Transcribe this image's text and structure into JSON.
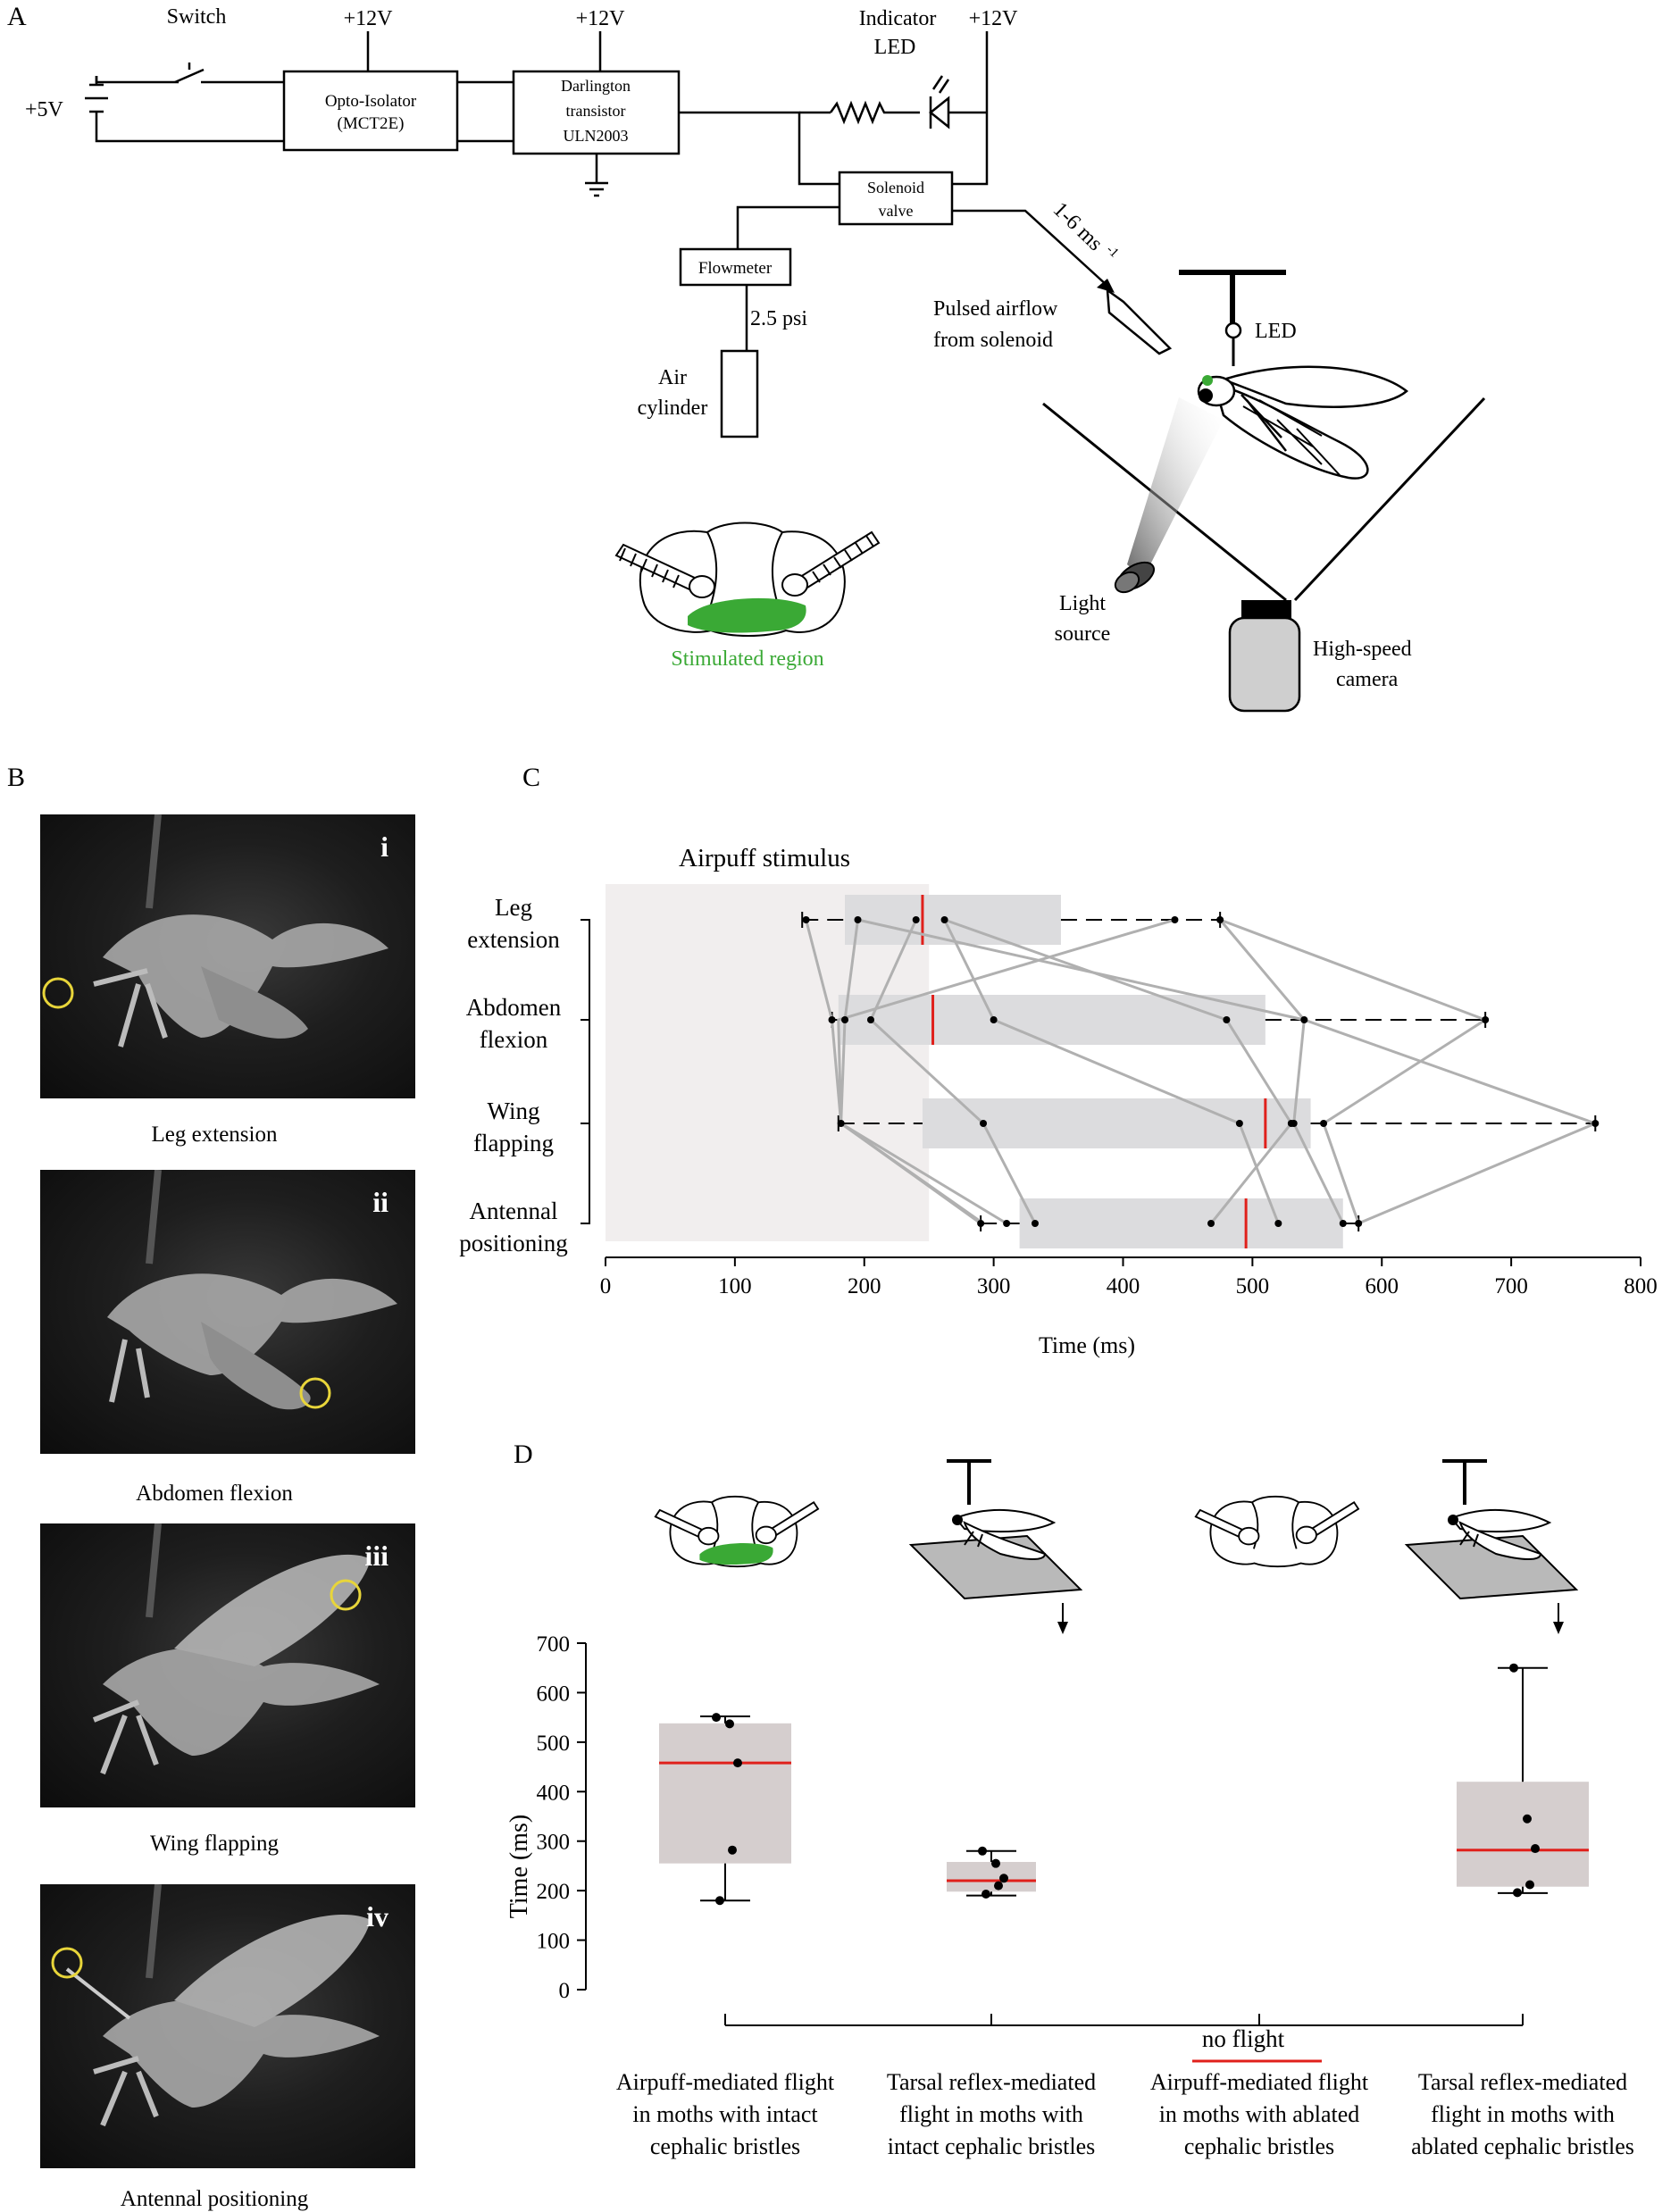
{
  "panel_labels": {
    "a": "A",
    "b": "B",
    "c": "C",
    "d": "D"
  },
  "panel_a": {
    "switch": "Switch",
    "v12_a": "+12V",
    "v12_b": "+12V",
    "v12_c": "+12V",
    "v5": "+5V",
    "opto_1": "Opto-Isolator",
    "opto_2": "(MCT2E)",
    "darl_1": "Darlington",
    "darl_2": "transistor",
    "darl_3": "ULN2003",
    "led_1": "Indicator",
    "led_2": "LED",
    "sol_1": "Solenoid",
    "sol_2": "valve",
    "flowmeter": "Flowmeter",
    "psi": "2.5 psi",
    "air_1": "Air",
    "air_2": "cylinder",
    "speed": "1-6 ms",
    "speed_exp": "-1",
    "pulsed_1": "Pulsed airflow",
    "pulsed_2": "from solenoid",
    "led_label": "LED",
    "light_1": "Light",
    "light_2": "source",
    "cam_1": "High-speed",
    "cam_2": "camera",
    "stim_region": "Stimulated region",
    "stim_color": "#3aa935"
  },
  "panel_b": {
    "photos": [
      {
        "roman": "i",
        "caption": "Leg extension"
      },
      {
        "roman": "ii",
        "caption": "Abdomen flexion"
      },
      {
        "roman": "iii",
        "caption": "Wing flapping"
      },
      {
        "roman": "iv",
        "caption": "Antennal positioning"
      }
    ],
    "circle_color": "#e8d53a"
  },
  "chart_data": [
    {
      "type": "box",
      "title": "Airpuff stimulus",
      "xlabel": "Time (ms)",
      "xlim": [
        0,
        800
      ],
      "xticks": [
        0,
        100,
        200,
        300,
        400,
        500,
        600,
        700,
        800
      ],
      "stimulus_window": [
        0,
        250
      ],
      "categories": [
        "Leg extension",
        "Abdomen flexion",
        "Wing flapping",
        "Antennal positioning"
      ],
      "category_lines": [
        [
          "Leg",
          "extension"
        ],
        [
          "Abdomen",
          "flexion"
        ],
        [
          "Wing",
          "flapping"
        ],
        [
          "Antennal",
          "positioning"
        ]
      ],
      "boxes": [
        {
          "q1": 185,
          "q3": 352,
          "median": 245,
          "whisker_low": 152,
          "whisker_high": 475
        },
        {
          "q1": 180,
          "q3": 510,
          "median": 253,
          "whisker_low": 175,
          "whisker_high": 680
        },
        {
          "q1": 245,
          "q3": 545,
          "median": 510,
          "whisker_low": 180,
          "whisker_high": 765
        },
        {
          "q1": 320,
          "q3": 570,
          "median": 495,
          "whisker_low": 290,
          "whisker_high": 582
        }
      ],
      "points": [
        [
          155,
          195,
          240,
          262,
          440,
          475
        ],
        [
          175,
          185,
          205,
          300,
          480,
          540,
          680
        ],
        [
          182,
          292,
          490,
          530,
          532,
          555,
          765
        ],
        [
          290,
          310,
          332,
          468,
          520,
          570,
          582
        ]
      ],
      "connections": [
        [
          155,
          175,
          182,
          290
        ],
        [
          195,
          185,
          182,
          310
        ],
        [
          240,
          205,
          292,
          332
        ],
        [
          262,
          300,
          490,
          520
        ],
        [
          440,
          180,
          182,
          292
        ],
        [
          475,
          540,
          532,
          570
        ],
        [
          475,
          680,
          555,
          582
        ],
        [
          262,
          480,
          530,
          468
        ],
        [
          195,
          540,
          765,
          582
        ]
      ],
      "colors": {
        "box": "#dcdcde",
        "stim": "#f1eeee",
        "median": "#e0201b",
        "line": "#b0b0b0"
      }
    },
    {
      "type": "box",
      "ylabel": "Time (ms)",
      "ylim": [
        0,
        700
      ],
      "yticks": [
        0,
        100,
        200,
        300,
        400,
        500,
        600,
        700
      ],
      "categories": [
        "Airpuff-mediated flight in moths with intact cephalic bristles",
        "Tarsal reflex-mediated flight in moths with intact cephalic bristles",
        "Airpuff-mediated flight in moths with ablated cephalic bristles",
        "Tarsal reflex-mediated flight in moths with ablated cephalic bristles"
      ],
      "category_lines": [
        [
          "Airpuff-mediated flight",
          "in moths with intact",
          "cephalic bristles"
        ],
        [
          "Tarsal reflex-mediated",
          "flight in moths with",
          "intact cephalic bristles"
        ],
        [
          "Airpuff-mediated flight",
          "in moths with ablated",
          "cephalic bristles"
        ],
        [
          "Tarsal reflex-mediated",
          "flight in moths with",
          "ablated cephalic bristles"
        ]
      ],
      "boxes": [
        {
          "q1": 255,
          "q3": 538,
          "median": 458,
          "whisker_low": 180,
          "whisker_high": 552
        },
        {
          "q1": 198,
          "q3": 258,
          "median": 220,
          "whisker_low": 190,
          "whisker_high": 280
        },
        null,
        {
          "q1": 208,
          "q3": 420,
          "median": 282,
          "whisker_low": 195,
          "whisker_high": 650
        }
      ],
      "points": [
        [
          550,
          537,
          458,
          282,
          180
        ],
        [
          280,
          255,
          225,
          210,
          193
        ],
        [],
        [
          650,
          345,
          285,
          212,
          196
        ]
      ],
      "annotation": "no flight",
      "colors": {
        "box": "#d5cece",
        "median": "#e0201b"
      }
    }
  ]
}
